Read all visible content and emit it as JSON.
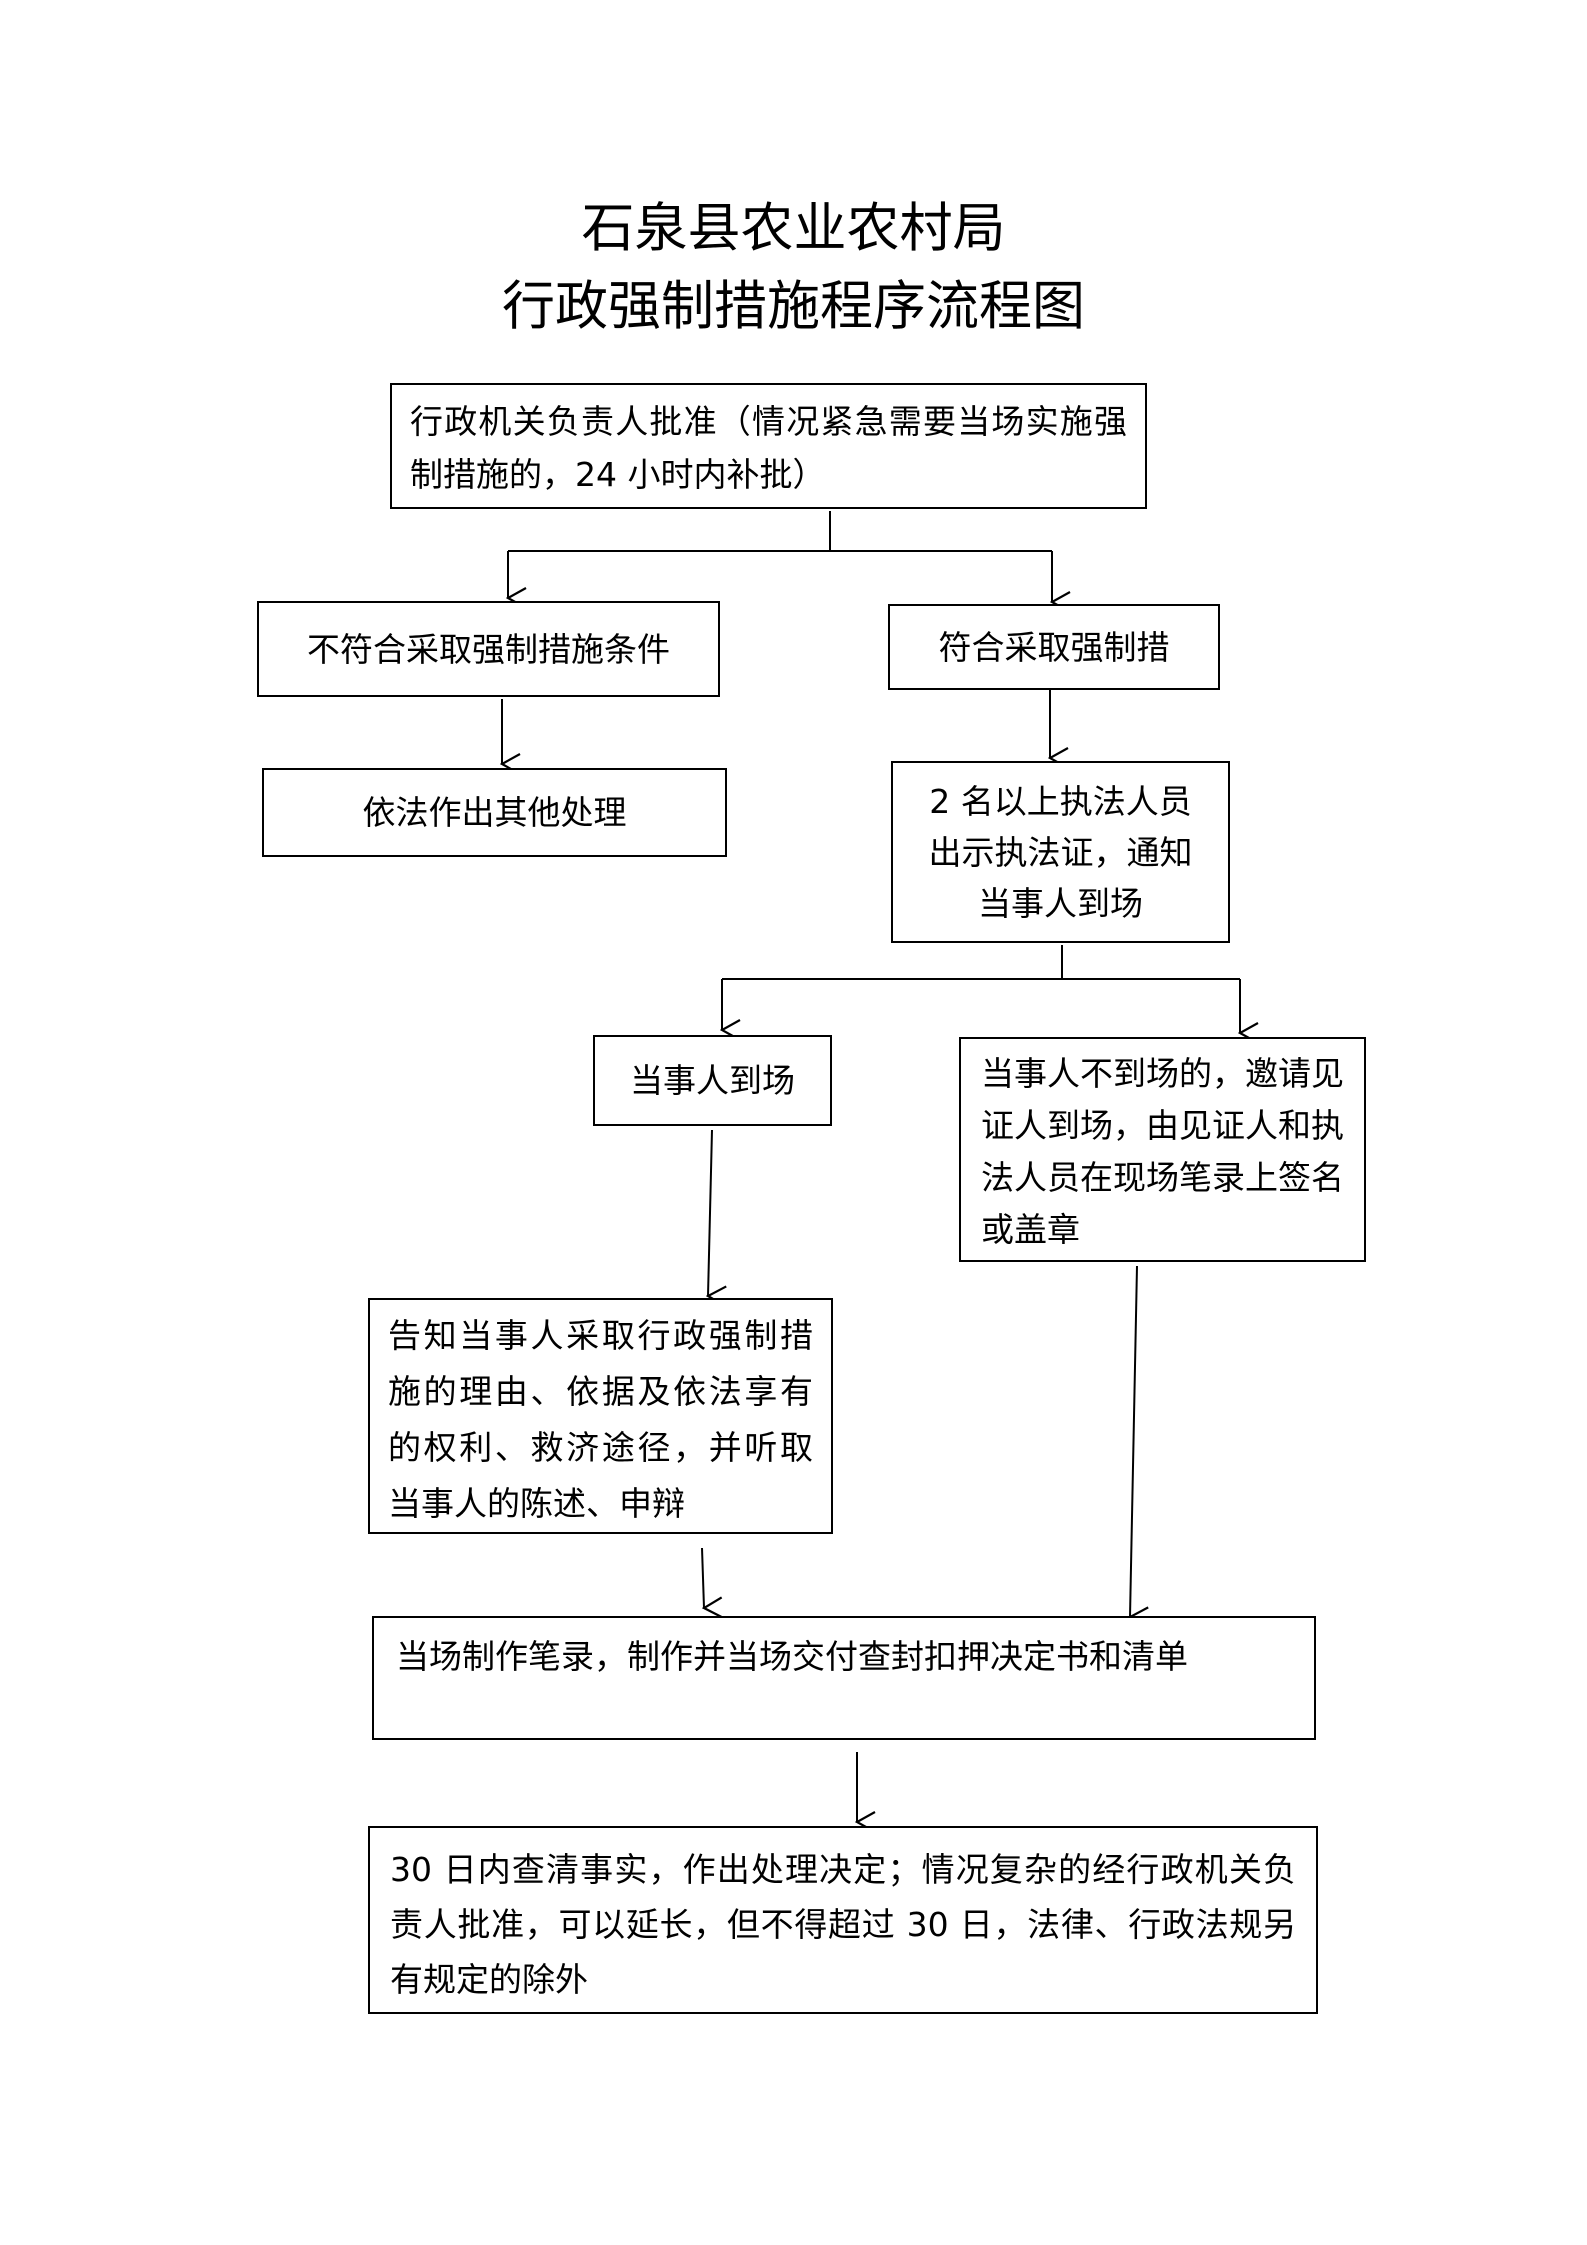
{
  "title": {
    "line1": "石泉县农业农村局",
    "line2": "行政强制措施程序流程图"
  },
  "boxes": {
    "approval": "行政机关负责人批准（情况紧急需要当场实施强制措施的，24 小时内补批）",
    "not_eligible": "不符合采取强制措施条件",
    "eligible": "符合采取强制措",
    "other_handling": "依法作出其他处理",
    "officers": "2 名以上执法人员出示执法证，通知当事人到场",
    "party_present": "当事人到场",
    "party_absent": "当事人不到场的，邀请见证人到场，由见证人和执法人员在现场笔录上签名或盖章",
    "inform": "告知当事人采取行政强制措施的理由、依据及依法享有的权利、救济途径，并听取当事人的陈述、申辩",
    "record": "当场制作笔录，制作并当场交付查封扣押决定书和清单",
    "decision": "30 日内查清事实，作出处理决定；情况复杂的经行政机关负责人批准，可以延长，但不得超过 30 日，法律、行政法规另有规定的除外"
  }
}
